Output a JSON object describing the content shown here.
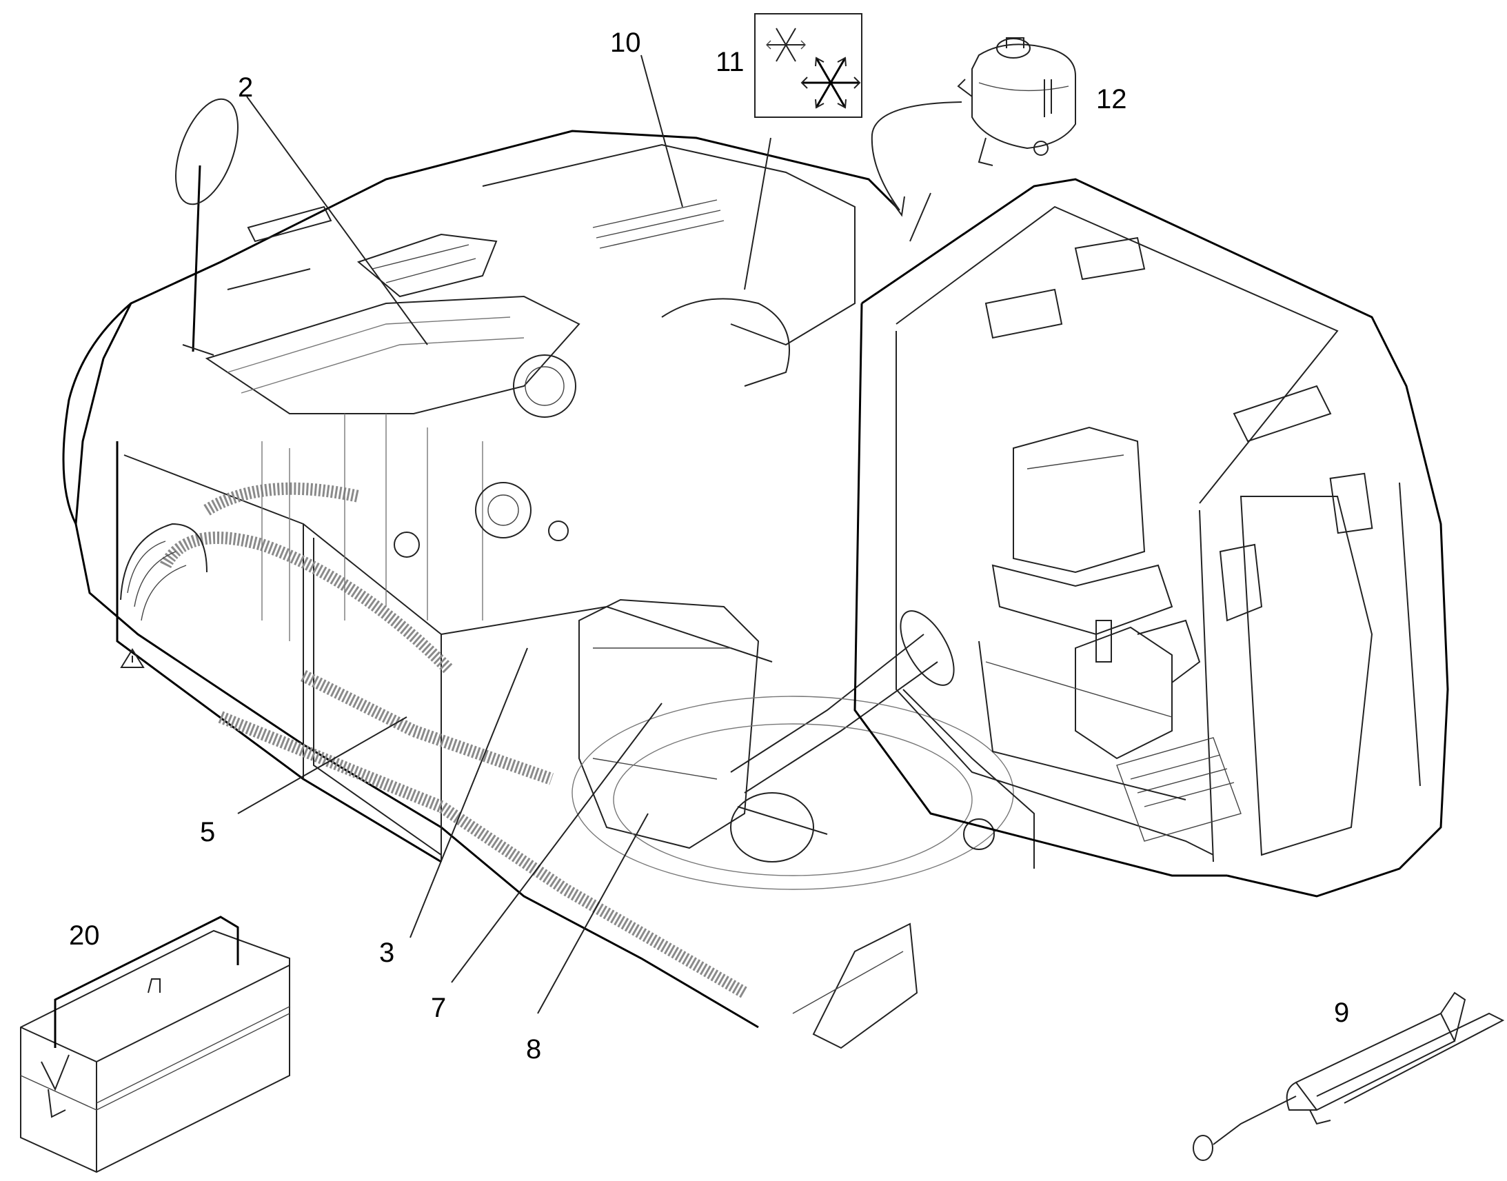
{
  "callouts": [
    {
      "id": "2",
      "label": "2"
    },
    {
      "id": "3",
      "label": "3"
    },
    {
      "id": "5",
      "label": "5"
    },
    {
      "id": "7",
      "label": "7"
    },
    {
      "id": "8",
      "label": "8"
    },
    {
      "id": "9",
      "label": "9"
    },
    {
      "id": "10",
      "label": "10"
    },
    {
      "id": "11",
      "label": "11"
    },
    {
      "id": "12",
      "label": "12"
    },
    {
      "id": "20",
      "label": "20"
    }
  ],
  "components": {
    "excavator": "excavator-uppercarriage",
    "coolant_tank": "expansion-tank",
    "antifreeze_symbol": "snowflake-icon",
    "toolbox": "toolbox",
    "grease_gun": "grease-gun",
    "warning_sign": "warning-triangle-icon"
  },
  "colors": {
    "line": "#000000",
    "background": "#ffffff"
  }
}
